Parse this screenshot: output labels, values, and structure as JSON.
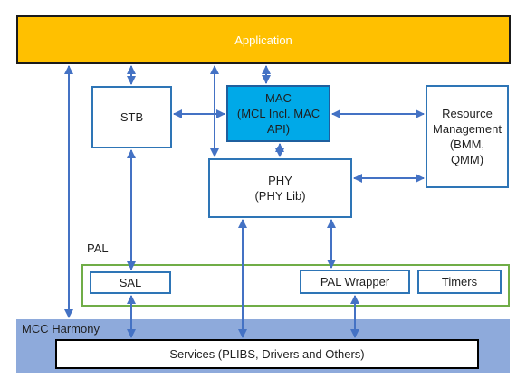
{
  "colors": {
    "application": "#ffc000",
    "mac": "#00a9e8",
    "box_border": "#2e75b6",
    "pal_border": "#70ad47",
    "mcc_band": "#8eaadb",
    "arrow": "#4472c4"
  },
  "diagram": {
    "application": "Application",
    "stb": "STB",
    "mac": "MAC\n(MCL Incl. MAC\nAPI)",
    "resource_management": "Resource\nManagement\n(BMM,\nQMM)",
    "phy": "PHY\n(PHY Lib)",
    "pal": "PAL",
    "sal": "SAL",
    "pal_wrapper": "PAL Wrapper",
    "timers": "Timers",
    "mcc_harmony": "MCC Harmony",
    "services": "Services (PLIBS, Drivers and Others)"
  }
}
